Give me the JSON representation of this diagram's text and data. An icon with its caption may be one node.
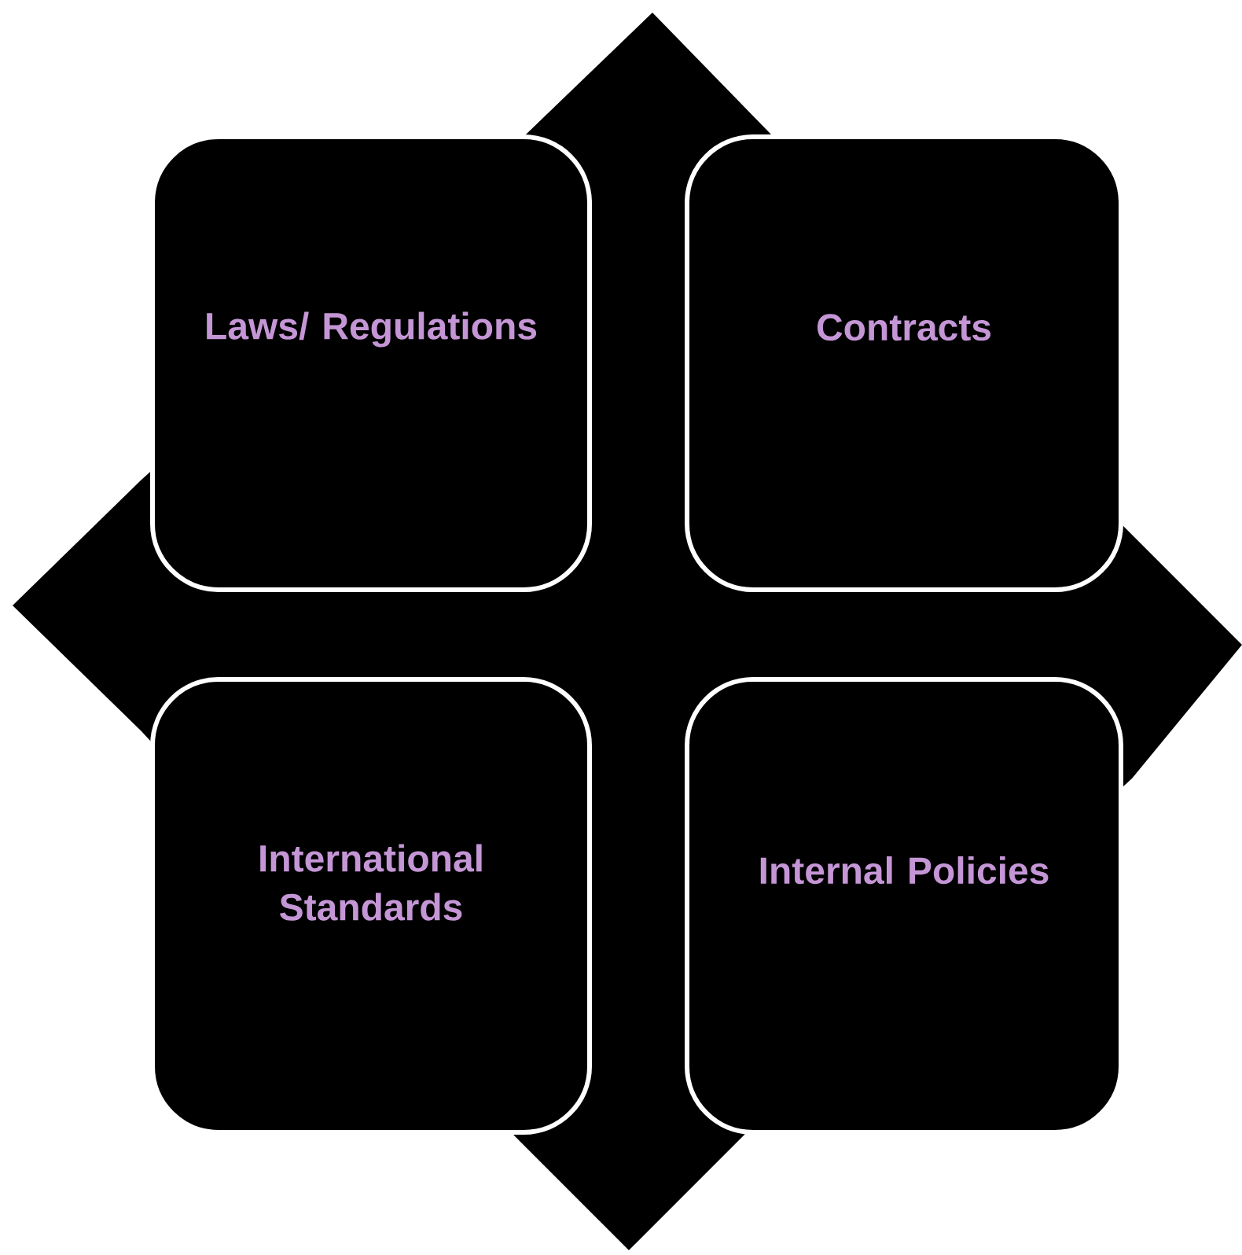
{
  "diagram": {
    "nodes": [
      {
        "text": [
          "Laws/ Regulations"
        ]
      },
      {
        "text": [
          "Contracts"
        ]
      },
      {
        "text": [
          "International Standards"
        ]
      },
      {
        "text": [
          "Internal Policies"
        ]
      }
    ]
  }
}
